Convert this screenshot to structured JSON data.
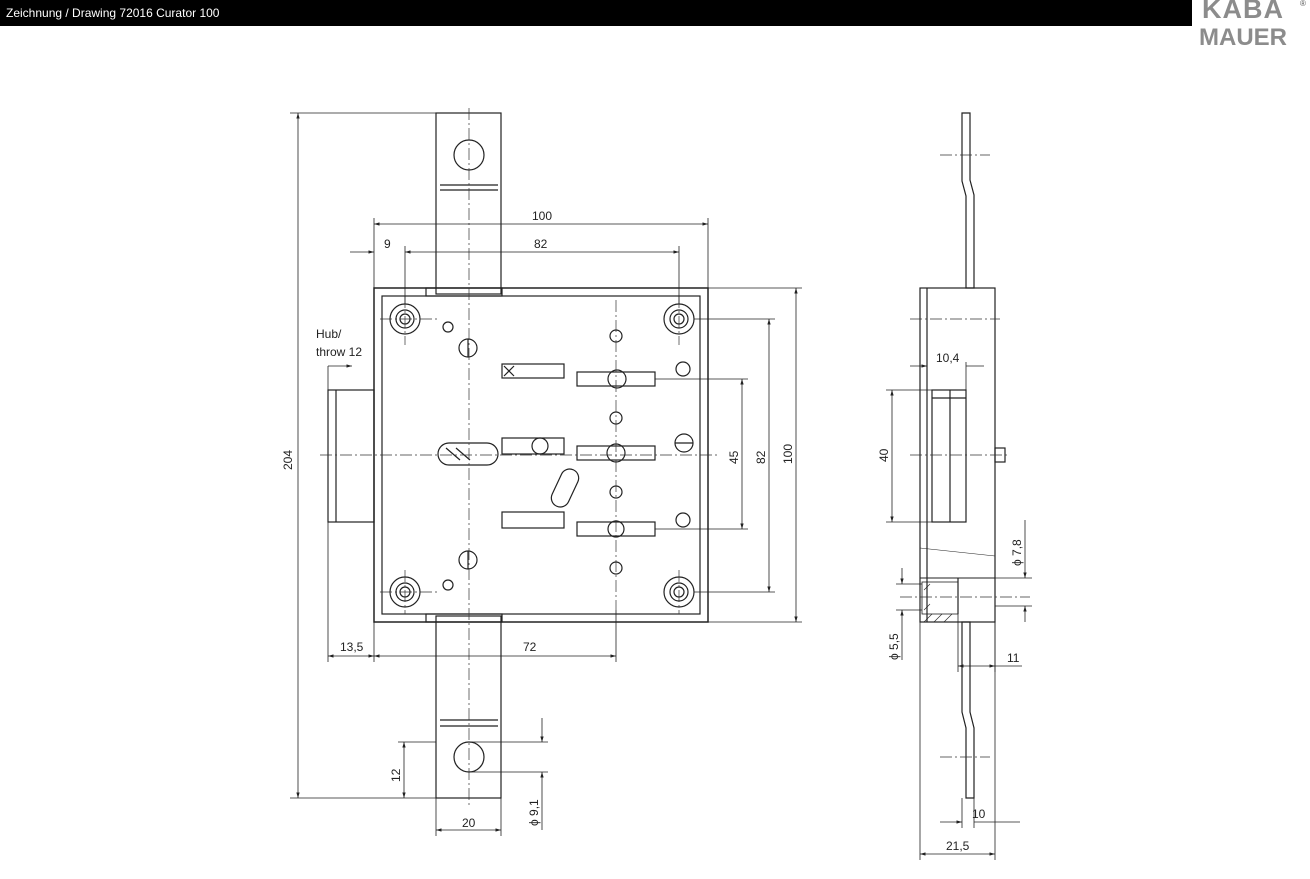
{
  "header": {
    "title": "Zeichnung / Drawing  72016  Curator 100",
    "bar_color": "#000000"
  },
  "logo": {
    "line1": "KABA",
    "line2": "MAUER",
    "reg": "®",
    "color": "#8c8c8c"
  },
  "labels": {
    "hub": "Hub/",
    "throw": "throw 12"
  },
  "dimensions": {
    "overall_width": "100",
    "offset": "9",
    "hole_spacing": "82",
    "height_total": "204",
    "vert_45": "45",
    "vert_82": "82",
    "vert_100": "100",
    "backset_left": "13,5",
    "backset": "72",
    "bolt_hole_offset": "12",
    "bolt_width": "20",
    "bolt_hole_dia": "ϕ 9,1",
    "side_10_4": "10,4",
    "side_40": "40",
    "side_dia_7_8": "ϕ 7,8",
    "side_dia_5_5": "ϕ 5,5",
    "side_11": "11",
    "side_10": "10",
    "side_21_5": "21,5"
  }
}
